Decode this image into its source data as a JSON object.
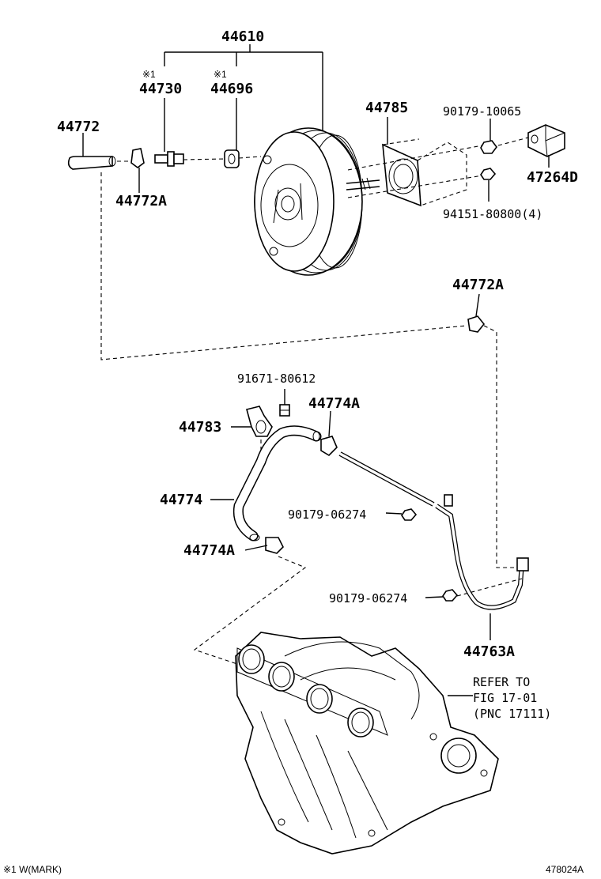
{
  "labels": {
    "p44610": "44610",
    "mark1a": "※1",
    "p44730": "44730",
    "mark1b": "※1",
    "p44696": "44696",
    "p44772": "44772",
    "p44772A_top": "44772A",
    "p44785": "44785",
    "p90179_10065": "90179-10065",
    "p47264D": "47264D",
    "p94151": "94151-80800(4)",
    "p44772A_mid": "44772A",
    "p91671": "91671-80612",
    "p44774A_top": "44774A",
    "p44783": "44783",
    "p44774": "44774",
    "p90179_06274_a": "90179-06274",
    "p44774A_bot": "44774A",
    "p90179_06274_b": "90179-06274",
    "p44763A": "44763A",
    "refer1": "REFER TO",
    "refer2": "FIG 17-01",
    "refer3": "(PNC 17111)"
  },
  "footer": {
    "legend": "※1 W(MARK)",
    "figure_id": "478024A"
  }
}
